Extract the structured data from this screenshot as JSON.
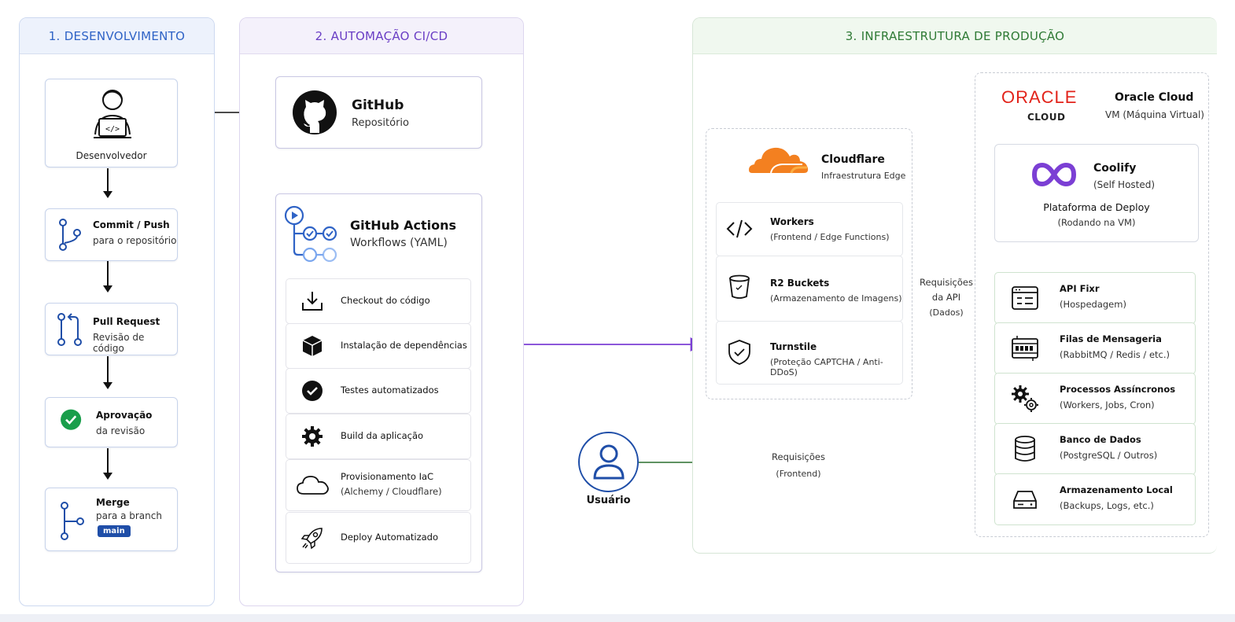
{
  "colors": {
    "dev_blue": "#2f63c6",
    "ci_purple": "#6a3ec5",
    "prod_green": "#2f7a35",
    "flow_purple": "#7b3fd4",
    "api_green": "#2e8a3a",
    "oracle_red": "#e2231a",
    "cloudflare_orange": "#f38020",
    "approval_green": "#1a9e4b"
  },
  "sections": {
    "dev": "1. DESENVOLVIMENTO",
    "ci": "2. AUTOMAÇÃO CI/CD",
    "prod": "3. INFRAESTRUTURA DE PRODUÇÃO"
  },
  "dev": {
    "developer_label": "Desenvolvedor",
    "steps": [
      {
        "icon": "git-commit-icon",
        "title": "Commit / Push",
        "subtitle": "para o repositório"
      },
      {
        "icon": "pull-request-icon",
        "title": "Pull Request",
        "subtitle": "Revisão de código"
      },
      {
        "icon": "check-circle-icon",
        "title": "Aprovação",
        "subtitle": "da revisão"
      },
      {
        "icon": "git-merge-icon",
        "title": "Merge",
        "subtitle": "para a branch",
        "badge": "main"
      }
    ]
  },
  "ci": {
    "github": {
      "title": "GitHub",
      "subtitle": "Repositório"
    },
    "actions": {
      "title": "GitHub Actions",
      "subtitle": "Workflows (YAML)",
      "items": [
        {
          "icon": "download-icon",
          "line1": "Checkout do código",
          "line2": ""
        },
        {
          "icon": "package-icon",
          "line1": "Instalação de dependências",
          "line2": ""
        },
        {
          "icon": "check-icon",
          "line1": "Testes automatizados",
          "line2": ""
        },
        {
          "icon": "gear-icon",
          "line1": "Build da aplicação",
          "line2": ""
        },
        {
          "icon": "cloud-icon",
          "line1": "Provisionamento IaC",
          "line2": "(Alchemy / Cloudflare)"
        },
        {
          "icon": "rocket-icon",
          "line1": "Deploy Automatizado",
          "line2": ""
        }
      ]
    }
  },
  "prod": {
    "cloudflare": {
      "title": "Cloudflare",
      "subtitle": "Infraestrutura Edge",
      "items": [
        {
          "icon": "code-icon",
          "title": "Workers",
          "subtitle": "(Frontend / Edge Functions)"
        },
        {
          "icon": "bucket-icon",
          "title": "R2 Buckets",
          "subtitle": "(Armazenamento de Imagens)"
        },
        {
          "icon": "shield-icon",
          "title": "Turnstile",
          "subtitle": "(Proteção CAPTCHA / Anti-DDoS)"
        }
      ]
    },
    "oracle": {
      "logo": "ORACLE",
      "logo_sub": "CLOUD",
      "title": "Oracle Cloud",
      "subtitle": "VM (Máquina Virtual)",
      "coolify": {
        "title": "Coolify",
        "subtitle": "(Self Hosted)",
        "line1": "Plataforma de Deploy",
        "line2": "(Rodando na VM)"
      },
      "services": [
        {
          "icon": "api-window-icon",
          "title": "API Fixr",
          "subtitle": "(Hospedagem)"
        },
        {
          "icon": "queue-icon",
          "title": "Filas de Mensageria",
          "subtitle": "(RabbitMQ / Redis / etc.)"
        },
        {
          "icon": "gears-icon",
          "title": "Processos Assíncronos",
          "subtitle": "(Workers, Jobs, Cron)"
        },
        {
          "icon": "database-icon",
          "title": "Banco de Dados",
          "subtitle": "(PostgreSQL / Outros)"
        },
        {
          "icon": "hard-drive-icon",
          "title": "Armazenamento Local",
          "subtitle": "(Backups, Logs, etc.)"
        }
      ]
    },
    "api_note": {
      "l1": "Requisições",
      "l2": "da API",
      "l3": "(Dados)"
    },
    "user": {
      "label": "Usuário",
      "req1": "Requisições",
      "req2": "(Frontend)"
    }
  }
}
